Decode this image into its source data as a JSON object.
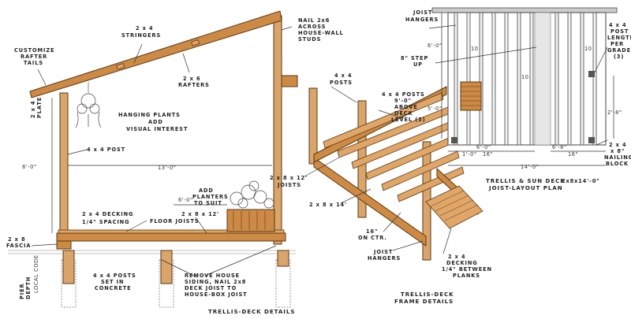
{
  "section": {
    "customize_rafter_tails": [
      "CUSTOMIZE",
      "RAFTER",
      "TAILS"
    ],
    "stringers": [
      "2 x 4",
      "STRINGERS"
    ],
    "rafters": [
      "2 x 6",
      "RAFTERS"
    ],
    "nail": [
      "NAIL 2x6",
      "ACROSS",
      "HOUSE-WALL",
      "STUDS"
    ],
    "hanging": [
      "HANGING PLANTS",
      "ADD",
      "VISUAL INTEREST"
    ],
    "plate": [
      "2 x 4",
      "PLATE"
    ],
    "post_4x4": "4 x 4 POST",
    "height": "8'-0\"",
    "width": "13'-0\"",
    "add_planters": [
      "ADD",
      "PLANTERS",
      "TO SUIT"
    ],
    "span": "6'-0\"",
    "floor_joists": [
      "2 x 8 x 12'",
      "FLOOR JOISTS"
    ],
    "decking": [
      "2 x 4 DECKING",
      "1/4\" SPACING"
    ],
    "fascia": [
      "2 x 8",
      "FASCIA"
    ],
    "pier_depth": [
      "PIER",
      "DEPTH"
    ],
    "local_code": [
      "LOCAL CODE"
    ],
    "posts_concrete": [
      "4 x 4 POSTS",
      "SET IN",
      "CONCRETE"
    ],
    "remove_siding": [
      "REMOVE HOUSE",
      "SIDING, NAIL 2x8",
      "DECK JOIST TO",
      "HOUSE-BOX JOIST"
    ],
    "caption": "TRELLIS-DECK DETAILS"
  },
  "frame": {
    "posts": [
      "4 x 4",
      "POSTS"
    ],
    "posts_above": [
      "4 x 4 POSTS",
      "9'-0\"",
      "ABOVE",
      "DECK",
      "LEVEL (3)"
    ],
    "joists": [
      "2 x 8 x 12'",
      "JOISTS"
    ],
    "rim": "2 x 8 x 14'",
    "on_ctr": [
      "16\"",
      "ON CTR."
    ],
    "joist_hangers": [
      "JOIST",
      "HANGERS"
    ],
    "decking": [
      "2 x 4",
      "DECKING",
      "1/4\" BETWEEN",
      "PLANKS"
    ],
    "caption": [
      "TRELLIS-DECK",
      "FRAME DETAILS"
    ]
  },
  "plan": {
    "joist_hangers": [
      "JOIST",
      "HANGERS"
    ],
    "step_up": [
      "8\" STEP",
      "UP"
    ],
    "post_length": [
      "4 x 4",
      "POST",
      "LENGTH",
      "PER",
      "GRADE",
      "(3)"
    ],
    "dim_6_0": "6'-0\"",
    "dim_5_0": "5'-0\"",
    "dim_2_8": "2'-8\"",
    "dim_16": "16\"",
    "dim_6_8": "6'-8\"",
    "dim_16_b": "16\"",
    "dim_1_0": "1'-0\"",
    "dim_14": "14'-0\"",
    "joist_lbl": "2x8x14'-0\"",
    "nailing_block": [
      "2 x 4",
      "x 8\"",
      "NAILING",
      "BLOCK"
    ],
    "caption": [
      "TRELLIS & SUN DECK",
      "JOIST-LAYOUT PLAN"
    ],
    "grid_labels": [
      "10",
      "10",
      "10"
    ]
  },
  "colors": {
    "wood": "#cd8a45",
    "wood_light": "#e0a668",
    "line": "#5a3814",
    "text": "#222222"
  }
}
